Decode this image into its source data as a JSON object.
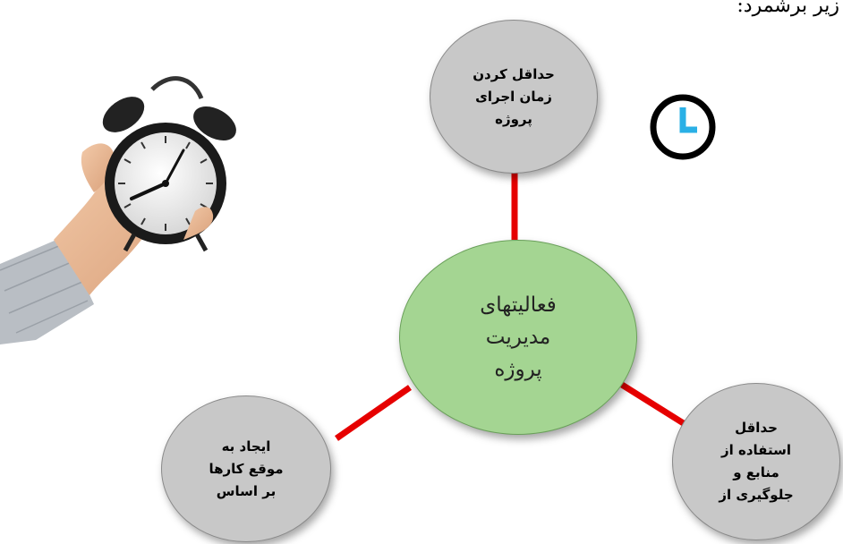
{
  "header": {
    "text": "زیر برشمرد:"
  },
  "diagram": {
    "center": {
      "label": "فعالیتهای\nمدیریت\nپروژه"
    },
    "nodes": [
      {
        "id": "top",
        "label": "حداقل کردن\nزمان اجرای\nپروژه"
      },
      {
        "id": "bottom-right",
        "label": "حداقل\nاستفاده از\nمنابع و\nجلوگیری از"
      },
      {
        "id": "bottom-left",
        "label": "ایجاد به\nموقع کارها\nبر اساس"
      }
    ],
    "connector_color": "#e60000"
  },
  "icons": {
    "clock": "clock-icon",
    "photo": "alarm-clock-in-hand-photo"
  },
  "colors": {
    "outer_fill": "#c8c8c8",
    "center_fill": "#a4d592",
    "clock_accent": "#2ab0e6"
  }
}
